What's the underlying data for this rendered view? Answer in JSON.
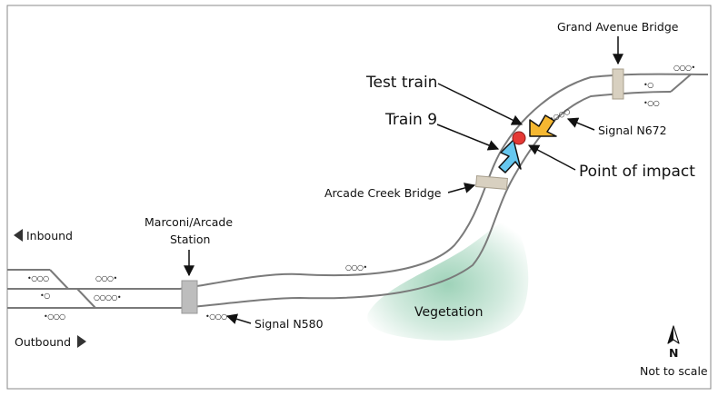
{
  "labels": {
    "grand_avenue_bridge": "Grand Avenue Bridge",
    "test_train": "Test train",
    "train_9": "Train 9",
    "signal_n672": "Signal N672",
    "point_of_impact": "Point of impact",
    "arcade_creek_bridge": "Arcade Creek Bridge",
    "marconi_line1": "Marconi/Arcade",
    "marconi_line2": "Station",
    "inbound": "Inbound",
    "outbound": "Outbound",
    "signal_n580": "Signal N580",
    "vegetation": "Vegetation",
    "north": "N",
    "not_to_scale": "Not to scale"
  },
  "signals": {
    "s1": "•○○○",
    "s2": "○○○•",
    "s3": "•○",
    "s4": "○○○○•",
    "s5": "•○○○",
    "s6": "•○○○",
    "s7": "○○○•",
    "s8": "○○○•",
    "s9": "•○",
    "s10": "•○○",
    "s11": "•○○○"
  },
  "colors": {
    "track": "#7a7a7a",
    "bridge": "#d8d0c0",
    "station": "#bdbdbd",
    "test_train_arrow": "#f5b730",
    "train9_arrow": "#66c7ef",
    "impact": "#e53935",
    "vegetation": "#4fae7f"
  }
}
